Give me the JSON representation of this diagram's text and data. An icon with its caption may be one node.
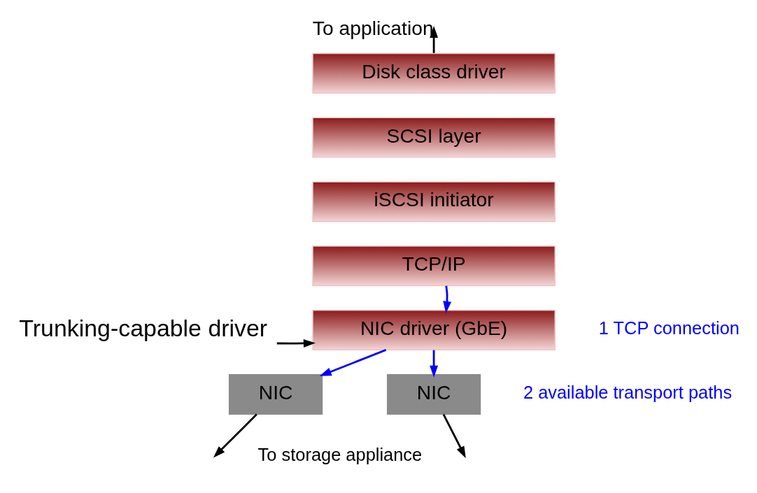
{
  "diagram": {
    "nodes": [
      {
        "text": [
          "Disk class driver"
        ]
      },
      {
        "text": [
          "SCSI layer"
        ]
      },
      {
        "text": [
          "iSCSI initiator"
        ]
      },
      {
        "text": [
          "TCP/IP"
        ]
      },
      {
        "text": [
          "NIC driver (GbE)"
        ]
      },
      {
        "text": [
          "NIC"
        ]
      },
      {
        "text": [
          "NIC"
        ]
      },
      {
        "text": [
          "Trunking-capable driver"
        ]
      }
    ],
    "edges": [
      {
        "from": 0,
        "to": null,
        "arrow": "to",
        "label": "To application"
      },
      {
        "from": 3,
        "to": 4,
        "arrow": "to",
        "color": "#0000ff"
      },
      {
        "from": 7,
        "to": 4,
        "arrow": "to"
      },
      {
        "from": 4,
        "to": 5,
        "arrow": "to",
        "color": "#0000ff"
      },
      {
        "from": 4,
        "to": 6,
        "arrow": "to",
        "color": "#0000ff"
      },
      {
        "from": 5,
        "to": null,
        "arrow": "to"
      },
      {
        "from": 6,
        "to": null,
        "arrow": "to"
      }
    ],
    "labels": [
      "1 TCP connection",
      "2 available transport paths",
      "To storage appliance"
    ]
  }
}
